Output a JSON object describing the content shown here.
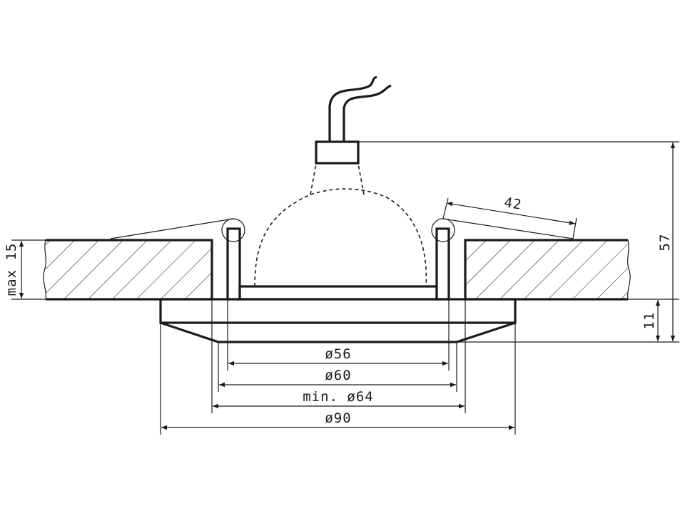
{
  "dimensions": {
    "d56": "ø56",
    "d60": "ø60",
    "d64": "min. ø64",
    "d90": "ø90",
    "depth": "42",
    "height": "57",
    "bezel": "11",
    "ceiling": "max 15"
  },
  "colors": {
    "ink": "#1a1a1a",
    "background": "#ffffff"
  }
}
